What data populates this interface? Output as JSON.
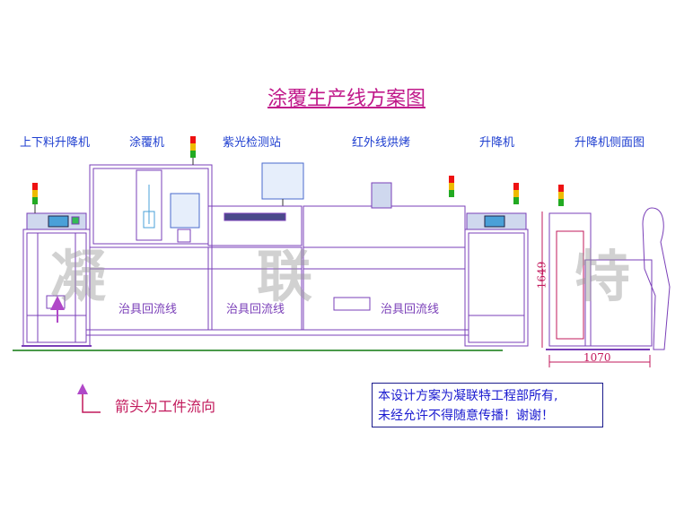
{
  "title": "涂覆生产线方案图",
  "stations": {
    "loader": "上下料升降机",
    "coater": "涂覆机",
    "uv_inspect": "紫光检测站",
    "ir_oven": "红外线烘烤",
    "elevator": "升降机",
    "side_view": "升降机侧面图"
  },
  "return_line": [
    "治具回流线",
    "治具回流线",
    "治具回流线"
  ],
  "watermark": [
    "凝",
    "联",
    "特"
  ],
  "dimensions": {
    "height": "1649",
    "width": "1070"
  },
  "legend": "箭头为工件流向",
  "notice": [
    "本设计方案为凝联特工程部所有,",
    "未经允许不得随意传播！谢谢！"
  ],
  "colors": {
    "machine": "#7a3fb8",
    "label": "#1f3fd0",
    "accent": "#c2185b"
  },
  "icons": [
    "signal-tower-icon",
    "arrow-up-icon",
    "person-silhouette-icon",
    "uv-lamp-icon",
    "ir-heater-icon"
  ]
}
